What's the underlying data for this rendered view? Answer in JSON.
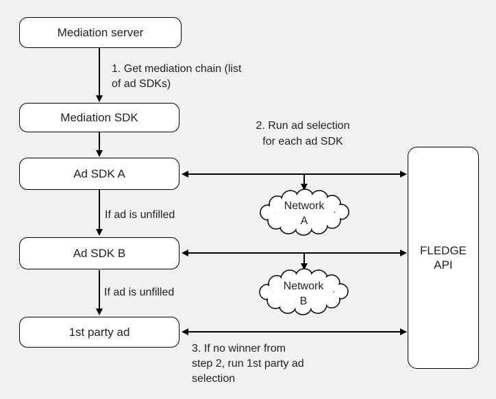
{
  "diagram": {
    "colors": {
      "background": "#f1f1f1",
      "node_fill": "#ffffff",
      "stroke": "#000000",
      "text": "#202124"
    },
    "nodes": {
      "mediation_server": {
        "label": "Mediation server"
      },
      "mediation_sdk": {
        "label": "Mediation SDK"
      },
      "ad_sdk_a": {
        "label": "Ad SDK A"
      },
      "ad_sdk_b": {
        "label": "Ad SDK B"
      },
      "first_party_ad": {
        "label": "1st party ad"
      },
      "fledge_api": {
        "lines": [
          "FLEDGE",
          "API"
        ]
      },
      "network_a": {
        "lines": [
          "Network",
          "A"
        ]
      },
      "network_b": {
        "lines": [
          "Network",
          "B"
        ]
      }
    },
    "annotations": {
      "step1_lines": [
        "1. Get mediation chain (list",
        "of ad SDKs)"
      ],
      "step2_lines": [
        "2. Run ad selection",
        "for each ad SDK"
      ],
      "if_unfilled_1": "If ad is unfilled",
      "if_unfilled_2": "If ad is unfilled",
      "step3_lines": [
        "3. If no winner from",
        "step 2, run 1st party ad",
        "selection"
      ]
    }
  }
}
